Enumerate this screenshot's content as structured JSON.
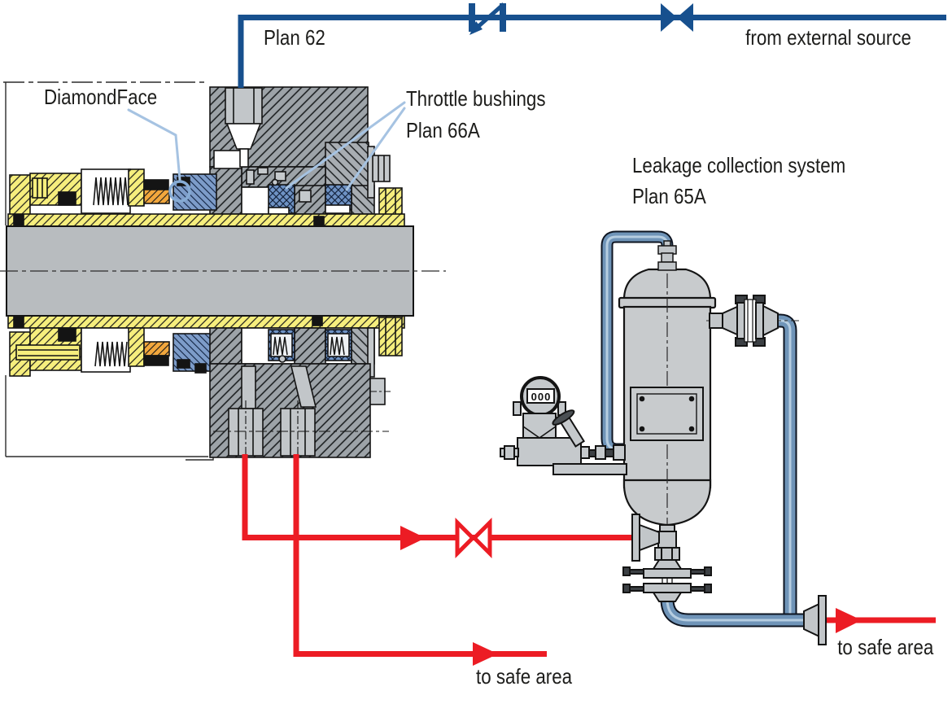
{
  "labels": {
    "plan_62": "Plan 62",
    "from_external_source": "from external source",
    "diamondface": "DiamondFace",
    "throttle_bushings": [
      "Throttle bushings",
      "Plan 66A"
    ],
    "leakage_system": [
      "Leakage collection system",
      "Plan 65A"
    ],
    "to_safe_area_bottom": "to safe area",
    "to_safe_area_right": "to safe area"
  },
  "instrument": {
    "display_value": "000"
  },
  "colors": {
    "pipe_line_blue": "#17508e",
    "drain_line_red": "#ec1c24",
    "leader_light_blue": "#a6c3e2",
    "steel_pipe": "#6f94b8",
    "vessel_gray": "#c8cbcd",
    "gland_gray": "#9da3a8",
    "component_yellow": "#f6ee7d",
    "seal_ring_orange": "#f2a73d",
    "mating_ring_blue": "#7d9cc9",
    "throttle_bushing_blue": "#6e92c4",
    "shaft_gray": "#b8bcbf"
  }
}
